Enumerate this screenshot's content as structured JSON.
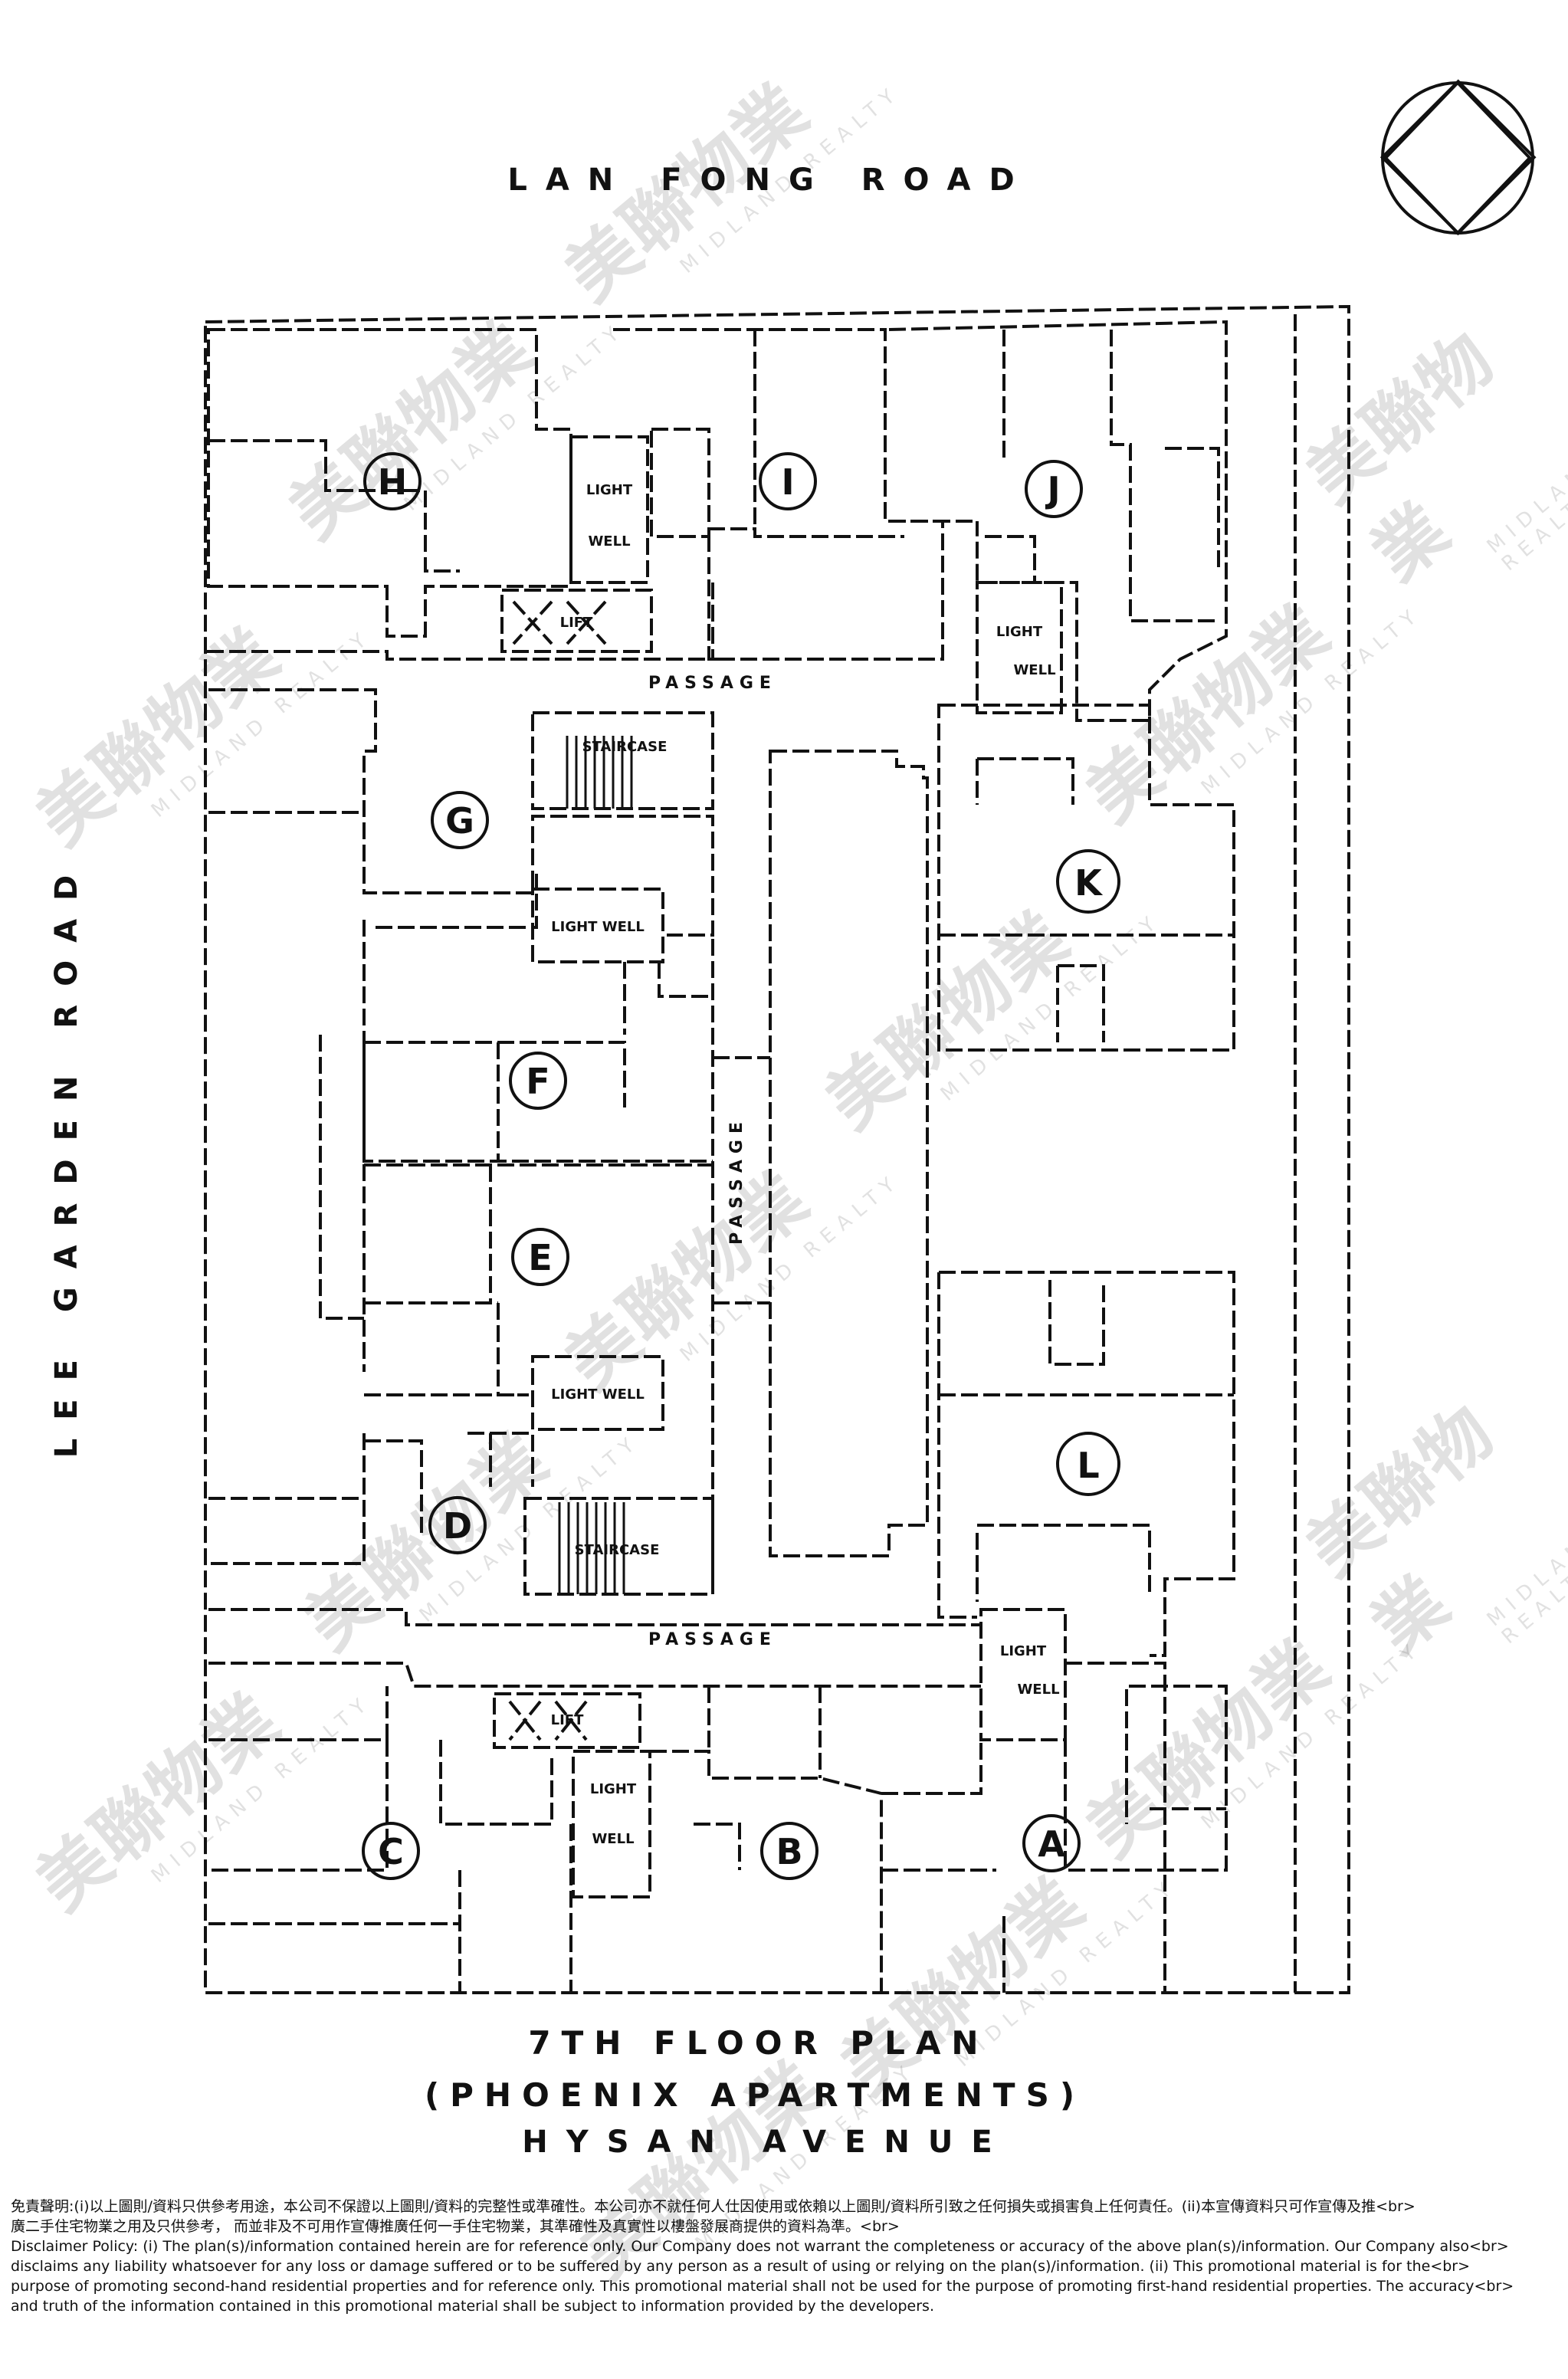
{
  "streets": {
    "top": "LAN FONG ROAD",
    "left": "LEE GARDEN ROAD",
    "bottom": "HYSAN AVENUE"
  },
  "title": {
    "line1": "7TH FLOOR PLAN",
    "line2": "(PHOENIX APARTMENTS)"
  },
  "units": [
    "A",
    "B",
    "C",
    "D",
    "E",
    "F",
    "G",
    "H",
    "I",
    "J",
    "K",
    "L"
  ],
  "labels": {
    "light_well": "LIGHT WELL",
    "light": "LIGHT",
    "well": "WELL",
    "passage": "PASSAGE",
    "staircase": "STAIRCASE",
    "lift": "LIFT"
  },
  "watermark": {
    "zh": "美聯物業",
    "en": "MIDLAND REALTY"
  },
  "icons": [
    "compass-icon",
    "watermark-logo"
  ],
  "disclaimer": {
    "line1": "免責聲明:(i)以上圖則/資料只供參考用途，本公司不保證以上圖則/資料的完整性或準確性。本公司亦不就任何人仕因使用或依賴以上圖則/資料所引致之任何損失或損害負上任何責任。(ii)本宣傳資料只可作宣傳及推<br>",
    "line2": "廣二手住宅物業之用及只供參考， 而並非及不可用作宣傳推廣任何一手住宅物業，其準確性及真實性以樓盤發展商提供的資料為準。<br>",
    "line3": "Disclaimer Policy: (i) The plan(s)/information contained herein are for reference only. Our Company does not warrant the completeness or accuracy of the above plan(s)/information. Our Company also<br>",
    "line4": "disclaims any liability whatsoever for any loss or damage suffered or to be suffered by any person as a result of using or relying on the plan(s)/information. (ii) This promotional material is for the<br>",
    "line5": "purpose of promoting second-hand residential properties and for reference only. This promotional material shall not be used for the purpose of promoting first-hand residential properties. The accuracy<br>",
    "line6": "and truth of the information contained in this promotional material shall be subject to information provided by the developers."
  }
}
